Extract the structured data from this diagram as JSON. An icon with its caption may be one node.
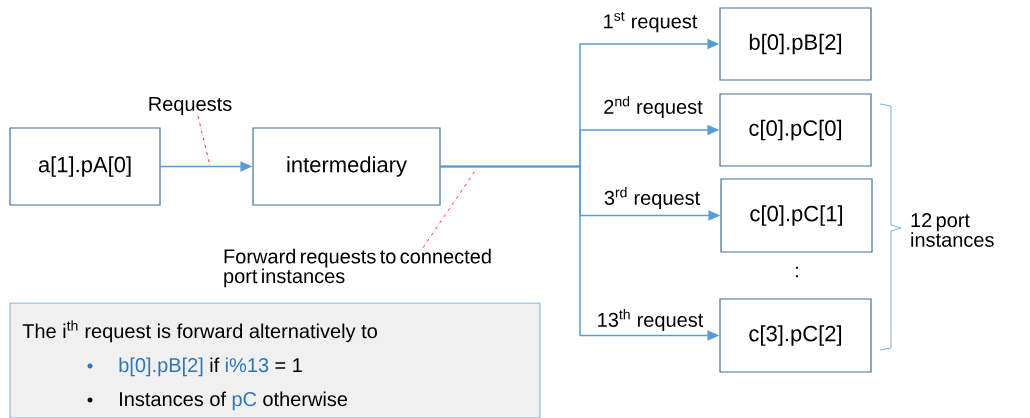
{
  "diagram": {
    "nodes": [
      {
        "text": [
          "a[1].pA[0]"
        ]
      },
      {
        "text": [
          "intermediary"
        ]
      },
      {
        "text": [
          "b[0].pB[2]"
        ]
      },
      {
        "text": [
          "c[0].pC[0]"
        ]
      },
      {
        "text": [
          "c[0].pC[1]"
        ]
      },
      {
        "text": [
          "c[3].pC[2]"
        ]
      },
      {
        "text": [
          "The i$^{th}$ request is forward alternatively to",
          "b[0].pB[2]",
          "if",
          "i%13",
          "= 1",
          "Instances of",
          "pC",
          "otherwise"
        ]
      },
      {
        "text": [
          "Requests"
        ]
      },
      {
        "text": [
          "Forward requests to connected port instances"
        ]
      }
    ],
    "edges": [
      {
        "from": 0,
        "to": 1,
        "arrow": "to"
      },
      {
        "from": 1,
        "to": 2,
        "arrow": "to",
        "label": "1$^{st}$ request"
      },
      {
        "from": 1,
        "to": 3,
        "arrow": "to",
        "label": "2$^{nd}$ request"
      },
      {
        "from": 1,
        "to": 4,
        "arrow": "to",
        "label": "3$^{rd}$ request"
      },
      {
        "from": 1,
        "to": 5,
        "arrow": "to",
        "label": "13$^{th}$ request"
      },
      {
        "from": 7,
        "to": null,
        "arrow": "none",
        "style": "dashed",
        "color": "#ff0000"
      },
      {
        "from": 8,
        "to": null,
        "arrow": "none",
        "style": "dashed",
        "color": "#ff0000"
      }
    ],
    "labels": [
      ":",
      "12 port instances"
    ]
  }
}
